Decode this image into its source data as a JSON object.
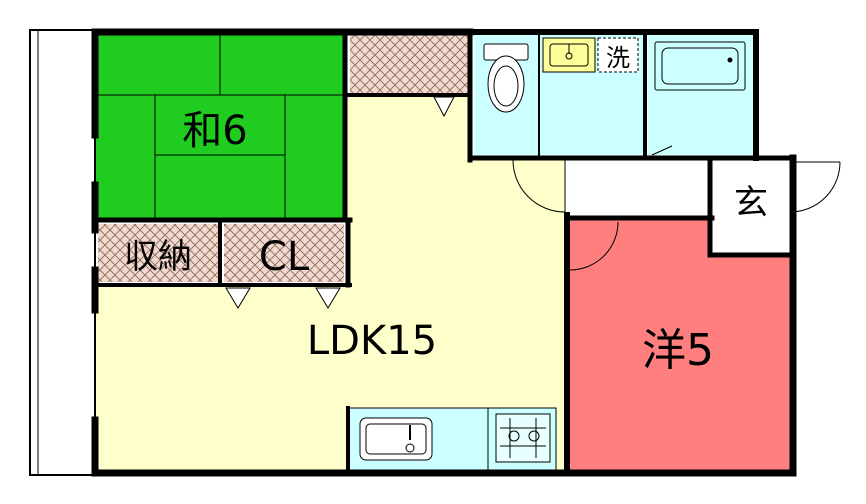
{
  "rooms": {
    "washitsu": {
      "label": "和6",
      "color": "#1fcc1f"
    },
    "storage": {
      "label": "収納"
    },
    "closet": {
      "label": "CL"
    },
    "ldk": {
      "label": "LDK15",
      "color": "#ffffcc"
    },
    "western": {
      "label": "洋5",
      "color": "#ff7f7f"
    },
    "entrance": {
      "label": "玄"
    },
    "laundry": {
      "label": "洗"
    },
    "wet_area_color": "#ccffff"
  }
}
